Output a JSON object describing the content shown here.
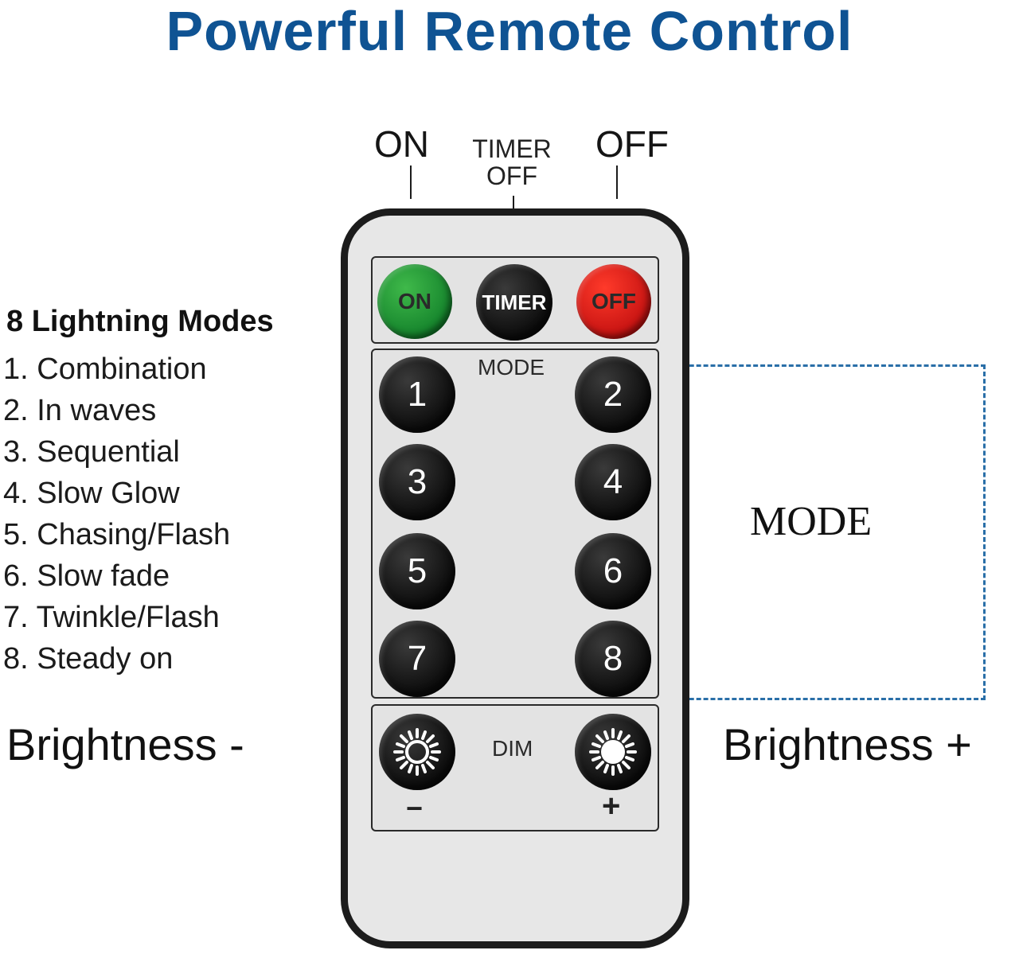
{
  "colors": {
    "title": "#0f5393",
    "dashed_box": "#2a6fa8",
    "on_button": "#1f9b35",
    "off_button": "#e8150f",
    "remote_body": "#e7e7e7",
    "remote_border": "#1c1c1c"
  },
  "title": "Powerful Remote Control",
  "top_labels": {
    "on": "ON",
    "timer_line1": "TIMER",
    "timer_line2": "OFF",
    "off": "OFF"
  },
  "modes_list": {
    "heading": "8 Lightning Modes",
    "items": [
      "1. Combination",
      "2. In waves",
      "3. Sequential",
      "4. Slow Glow",
      "5. Chasing/Flash",
      "6. Slow fade",
      "7. Twinkle/Flash",
      "8. Steady on"
    ]
  },
  "remote": {
    "buttons": {
      "on": "ON",
      "timer": "TIMER",
      "off": "OFF"
    },
    "mode_panel_label": "MODE",
    "mode_buttons": [
      "1",
      "2",
      "3",
      "4",
      "5",
      "6",
      "7",
      "8"
    ],
    "dim_label": "DIM",
    "minus_sign": "−",
    "plus_sign": "+",
    "dim_icons": {
      "minus": "sun-outline-icon",
      "plus": "sun-filled-icon"
    }
  },
  "side_labels": {
    "mode": "MODE",
    "brightness_minus": "Brightness -",
    "brightness_plus": "Brightness +"
  }
}
